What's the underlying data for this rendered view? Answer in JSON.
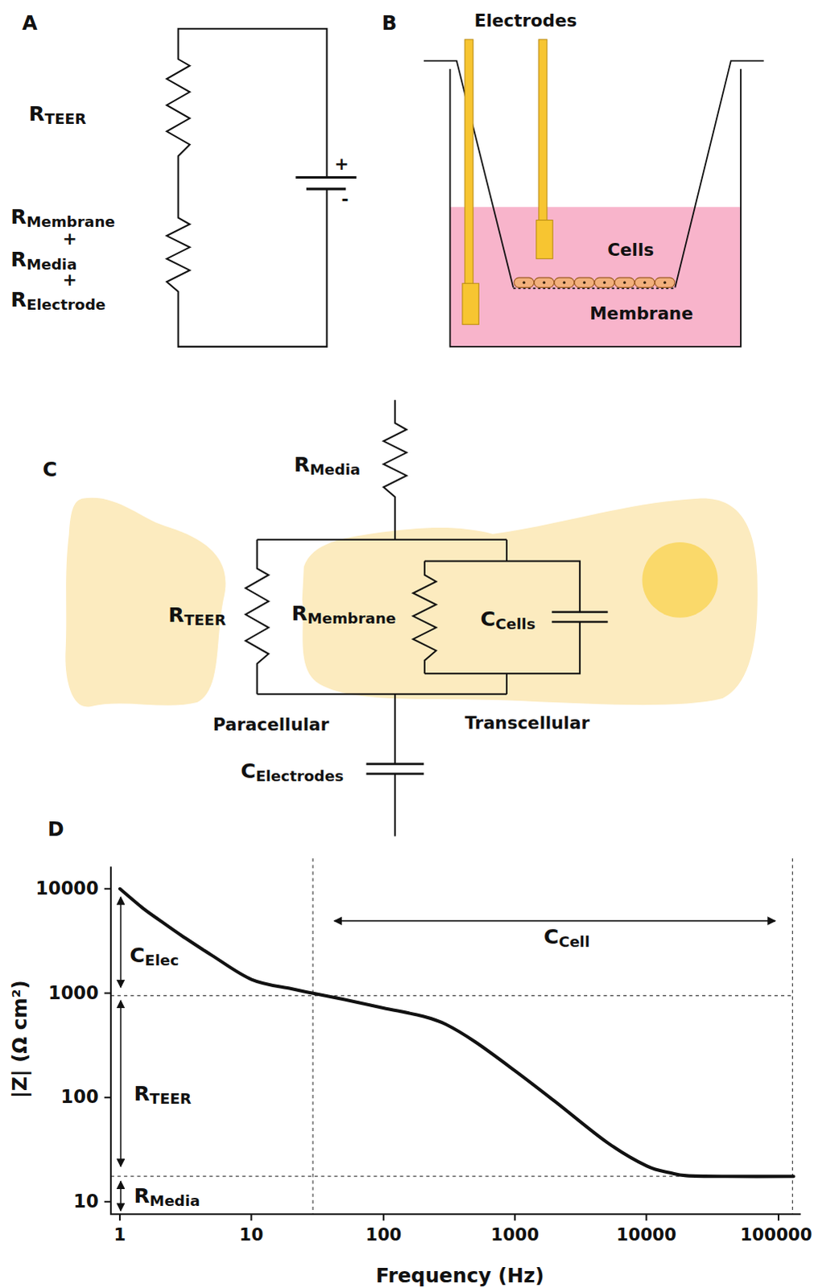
{
  "diagram": {
    "labels": [
      "A",
      "RTEER",
      "RMembrane",
      "+",
      "RMedia",
      "+",
      "RElectrode",
      "+",
      "-",
      "B",
      "Electrodes",
      "Cells",
      "Membrane",
      "C",
      "RMedia",
      "RTEER",
      "RMembrane",
      "CCells",
      "Paracellular",
      "Transcellular",
      "CElectrodes",
      "D",
      "10000",
      "1000",
      "100",
      "10",
      "CElec",
      "RTEER",
      "CCell",
      "RMedia",
      "|Z| (Ω cm²)",
      "1",
      "10",
      "100",
      "1000",
      "10000",
      "100000",
      "Frequency (Hz)"
    ]
  }
}
